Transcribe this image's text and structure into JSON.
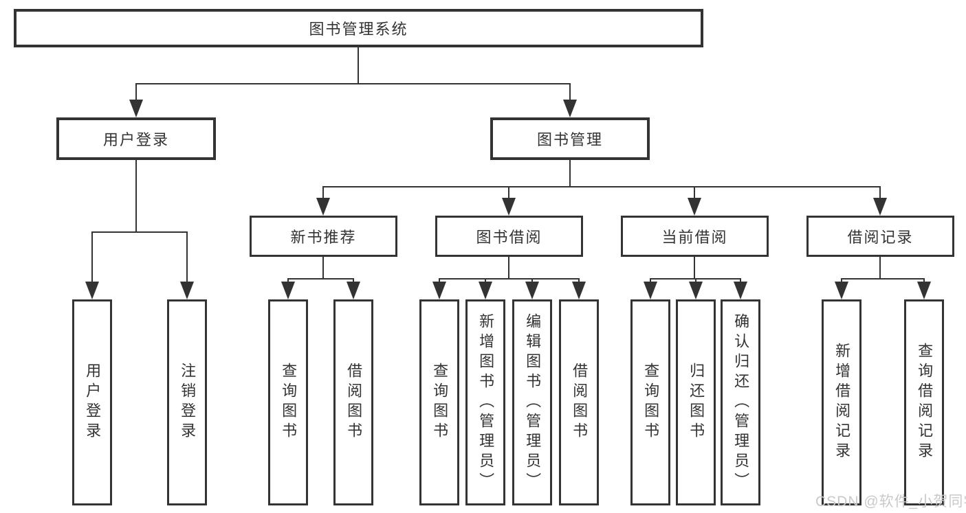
{
  "tree": {
    "root": {
      "label": "图书管理系统"
    },
    "branches": [
      {
        "label": "用户登录",
        "children": [
          {
            "label": "用户登录"
          },
          {
            "label": "注销登录"
          }
        ]
      },
      {
        "label": "图书管理",
        "children": [
          {
            "label": "新书推荐",
            "children": [
              {
                "label": "查询图书"
              },
              {
                "label": "借阅图书"
              }
            ]
          },
          {
            "label": "图书借阅",
            "children": [
              {
                "label": "查询图书"
              },
              {
                "label": "新增图书（管理员）"
              },
              {
                "label": "编辑图书（管理员）"
              },
              {
                "label": "借阅图书"
              }
            ]
          },
          {
            "label": "当前借阅",
            "children": [
              {
                "label": "查询图书"
              },
              {
                "label": "归还图书"
              },
              {
                "label": "确认归还（管理员）"
              }
            ]
          },
          {
            "label": "借阅记录",
            "children": [
              {
                "label": "新增借阅记录"
              },
              {
                "label": "查询借阅记录"
              }
            ]
          }
        ]
      }
    ]
  },
  "watermark": {
    "text": "CSDN @软件_小贺同学"
  },
  "colors": {
    "line": "#333333",
    "text": "#333333",
    "box_background": "#ffffff",
    "page_background": "#ffffff",
    "watermark": "#c9c9c9"
  }
}
